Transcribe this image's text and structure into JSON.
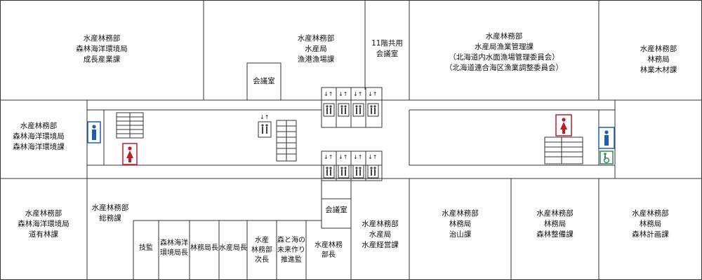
{
  "rooms": {
    "r_tl": [
      "水産林務部",
      "森林海洋環境局",
      "成長産業課"
    ],
    "r_tm": [
      "水産林務部",
      "水産局",
      "漁港漁場課"
    ],
    "r_11f": [
      "11階共用",
      "会議室"
    ],
    "r_tr": [
      "水産林務部",
      "水産局漁業管理課",
      "（北海道内水面漁場管理委員会）",
      "（北海道連合海区漁業調整委員会）"
    ],
    "r_far_tr": [
      "水産林務部",
      "林務局",
      "林業木材課"
    ],
    "r_left": [
      "水産林務部",
      "森林海洋環境局",
      "森林海洋環境課"
    ],
    "r_meeting_top": [
      "会議室"
    ],
    "r_meeting_bot": [
      "会議室"
    ],
    "r_bl1": [
      "水産林務部",
      "森林海洋環境局",
      "道有林課"
    ],
    "r_bl2": [
      "水産林務部",
      "総務課"
    ],
    "r_b1": [
      "技監"
    ],
    "r_b2": [
      "森林海洋",
      "環境局長"
    ],
    "r_b3": [
      "林務局長"
    ],
    "r_b4": [
      "水産局長"
    ],
    "r_b5": [
      "水産",
      "林務部",
      "次長"
    ],
    "r_b6": [
      "森と海の",
      "未来作り",
      "推進監"
    ],
    "r_b7": [
      "水産林務",
      "部長"
    ],
    "r_bc": [
      "水産林務部",
      "水産局",
      "水産経営課"
    ],
    "r_br1": [
      "水産林務部",
      "林務局",
      "治山課"
    ],
    "r_br2": [
      "水産林務部",
      "林務局",
      "森林整備課"
    ],
    "r_br3": [
      "水産林務部",
      "林務局",
      "森林計画課"
    ]
  },
  "icons": {
    "male": "male-restroom-icon",
    "female": "female-restroom-icon",
    "accessible": "accessible-restroom-icon",
    "elevator": "elevator-icon",
    "stairs": "stairs-icon"
  },
  "colors": {
    "male": "#1a5fb4",
    "female": "#c01c28",
    "accessible": "#2e8b57",
    "line": "#333333"
  }
}
